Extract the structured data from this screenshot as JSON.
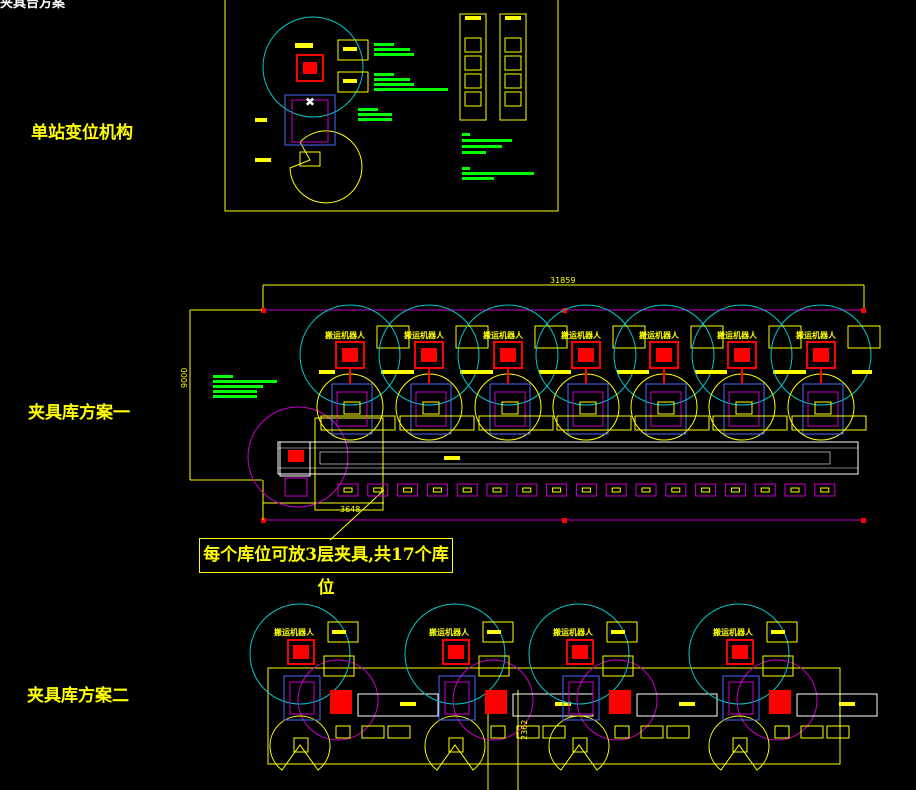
{
  "top_title": "夹具台方案",
  "sections": {
    "single_station": "单站变位机构",
    "fixture_plan_one": "夹具库方案一",
    "fixture_plan_two": "夹具库方案二"
  },
  "note": "每个库位可放3层夹具,共17个库位",
  "dimensions": {
    "total_length": "31859",
    "height": "9000",
    "offset": "3648",
    "plan_two_height": "2362"
  },
  "robot_label": "搬运机器人",
  "colors": {
    "background": "#000000",
    "yellow": "#ffff00",
    "cyan": "#00c8c8",
    "magenta": "#c800c8",
    "red": "#ff0000",
    "green": "#00ff00",
    "white": "#ffffff"
  }
}
